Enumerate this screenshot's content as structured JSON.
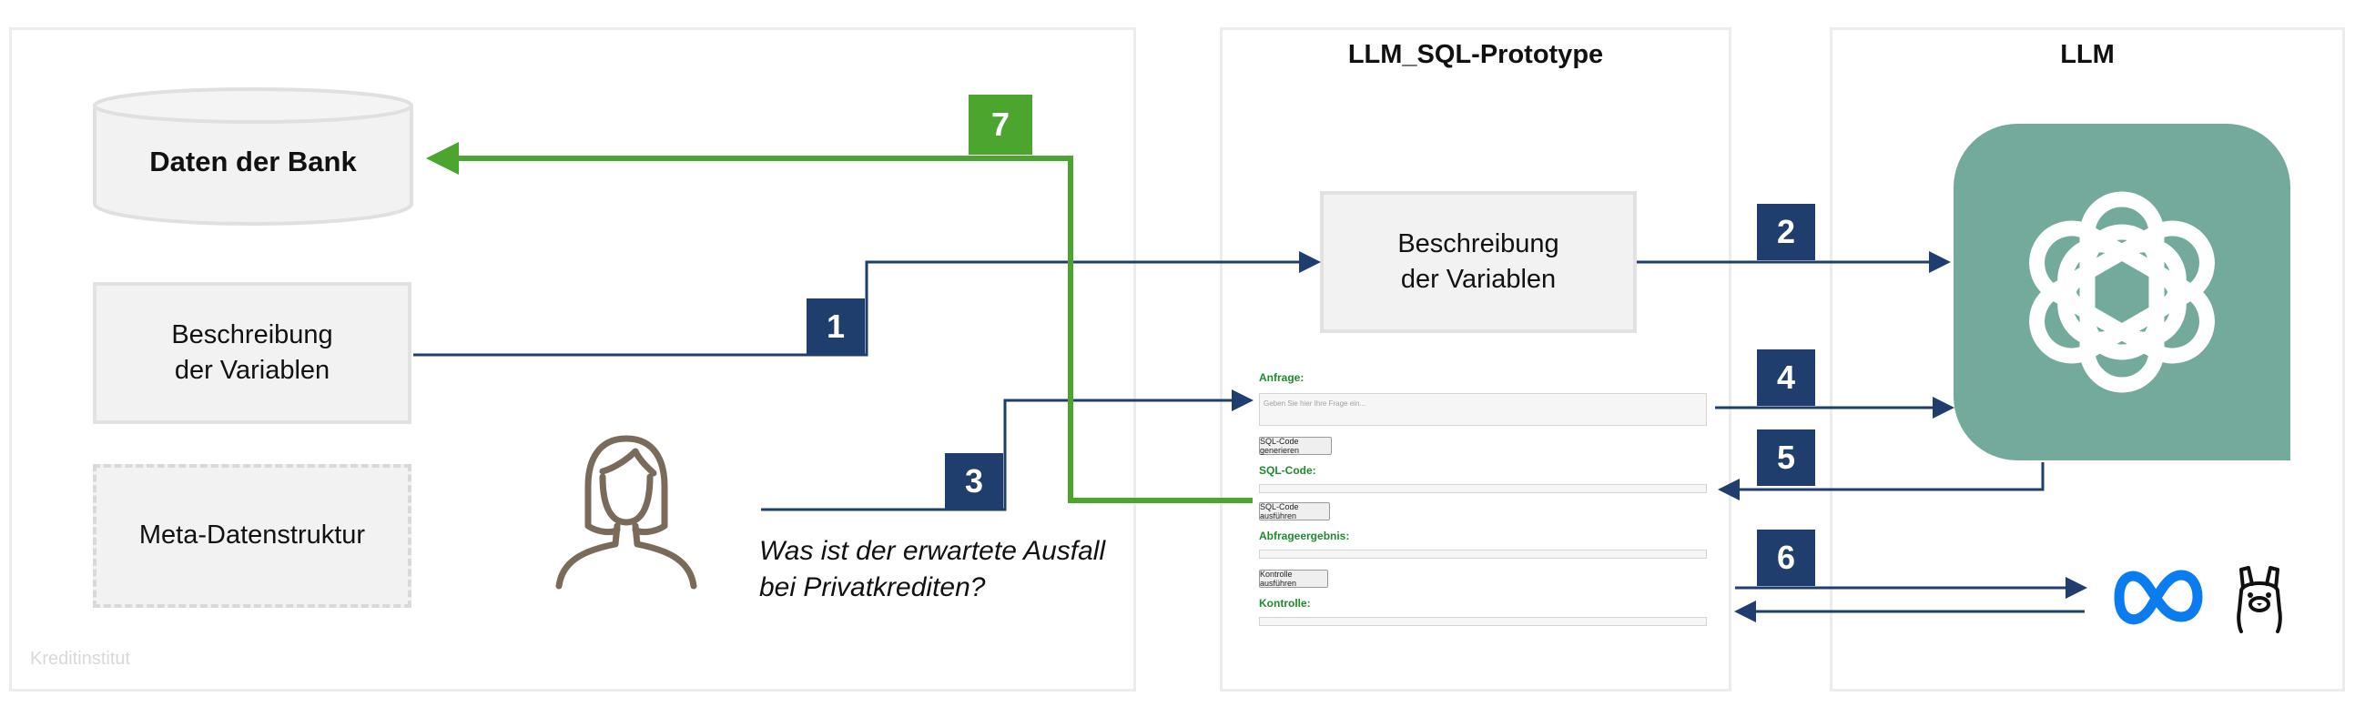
{
  "panels": {
    "kreditinstitut": {
      "watermark": "Kreditinstitut"
    },
    "prototype": {
      "title": "LLM_SQL-Prototype"
    },
    "llm": {
      "title": "LLM"
    }
  },
  "boxes": {
    "bank_data": "Daten der Bank",
    "description_left_line1": "Beschreibung",
    "description_left_line2": "der Variablen",
    "meta": "Meta-Datenstruktur",
    "description_proto_line1": "Beschreibung",
    "description_proto_line2": "der Variablen"
  },
  "question": {
    "line1": "Was ist der erwartete Ausfall",
    "line2": "bei Privatkrediten?"
  },
  "form": {
    "query_label": "Anfrage:",
    "query_placeholder": "Geben Sie hier Ihre Frage ein...",
    "generate_button": "SQL-Code generieren",
    "sql_label": "SQL-Code:",
    "execute_button": "SQL-Code ausführen",
    "result_label": "Abfrageergebnis:",
    "check_button": "Kontrolle ausführen",
    "check_label": "Kontrolle:"
  },
  "steps": [
    "1",
    "2",
    "3",
    "4",
    "5",
    "6",
    "7"
  ],
  "icons": [
    "database-icon",
    "person-icon",
    "openai-logo-icon",
    "meta-logo-icon",
    "ollama-llama-icon"
  ],
  "colors": {
    "navy": "#1f3e6e",
    "green": "#4ca52f",
    "openai_bg": "#74aa9c",
    "meta_blue": "#0a7cf0"
  }
}
